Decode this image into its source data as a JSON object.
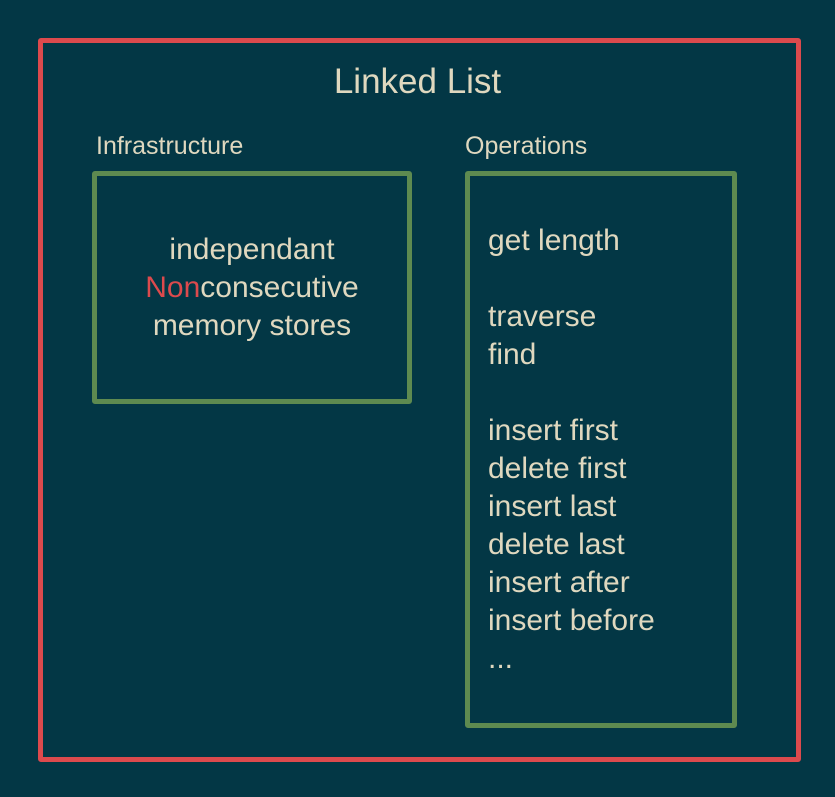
{
  "diagram": {
    "title": "Linked List",
    "infrastructure": {
      "label": "Infrastructure",
      "line1": "independant",
      "line2_highlight": "Non",
      "line2_rest": "consecutive",
      "line3": "memory stores"
    },
    "operations": {
      "label": "Operations",
      "items": [
        "get length",
        "traverse",
        "find",
        "insert first",
        "delete first",
        "insert last",
        "delete last",
        "insert after",
        "insert before",
        "..."
      ]
    }
  },
  "colors": {
    "background": "#033745",
    "outer_border": "#dc4a4d",
    "box_border": "#5e8a50",
    "text": "#dfd8bf",
    "highlight": "#dc4a4d"
  }
}
